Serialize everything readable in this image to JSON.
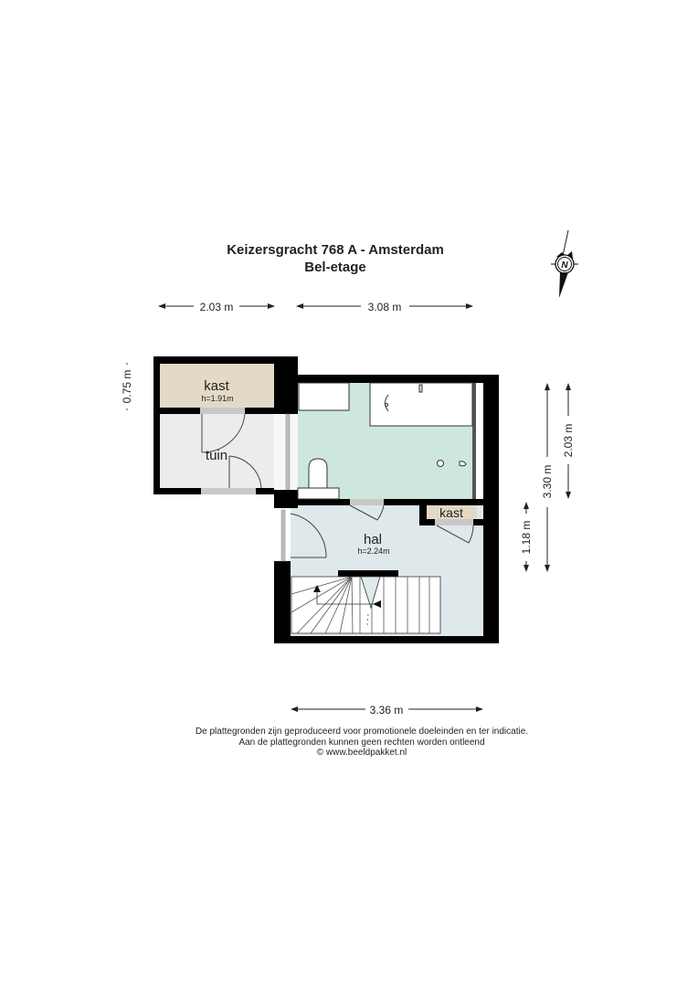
{
  "header": {
    "title": "Keizersgracht 768 A - Amsterdam",
    "subtitle": "Bel-etage"
  },
  "compass": {
    "label": "N",
    "icon": "north-arrow-icon"
  },
  "dimensions": {
    "top_left": "2.03 m",
    "top_right": "3.08 m",
    "left_vertical": "0.75 m",
    "right_outer": "3.30 m",
    "right_upper": "2.03 m",
    "right_lower": "1.18 m",
    "bottom": "3.36 m"
  },
  "rooms": {
    "kast_top": {
      "label": "kast",
      "height": "h=1.91m",
      "color": "#e3d9c6"
    },
    "tuin": {
      "label": "tuin",
      "color": "#ececec"
    },
    "bathroom": {
      "label": "",
      "color": "#cde7dc"
    },
    "hal": {
      "label": "hal",
      "height": "h=2.24m",
      "color": "#dfe8ea"
    },
    "kast_small": {
      "label": "kast",
      "color": "#e3d9c6"
    }
  },
  "colors": {
    "wall": "#000000",
    "glass": "#bdbdbd"
  },
  "footer": {
    "line1": "De plattegronden zijn geproduceerd voor promotionele doeleinden en ter indicatie.",
    "line2": "Aan de plattegronden kunnen geen rechten worden ontleend",
    "line3": "© www.beeldpakket.nl"
  }
}
